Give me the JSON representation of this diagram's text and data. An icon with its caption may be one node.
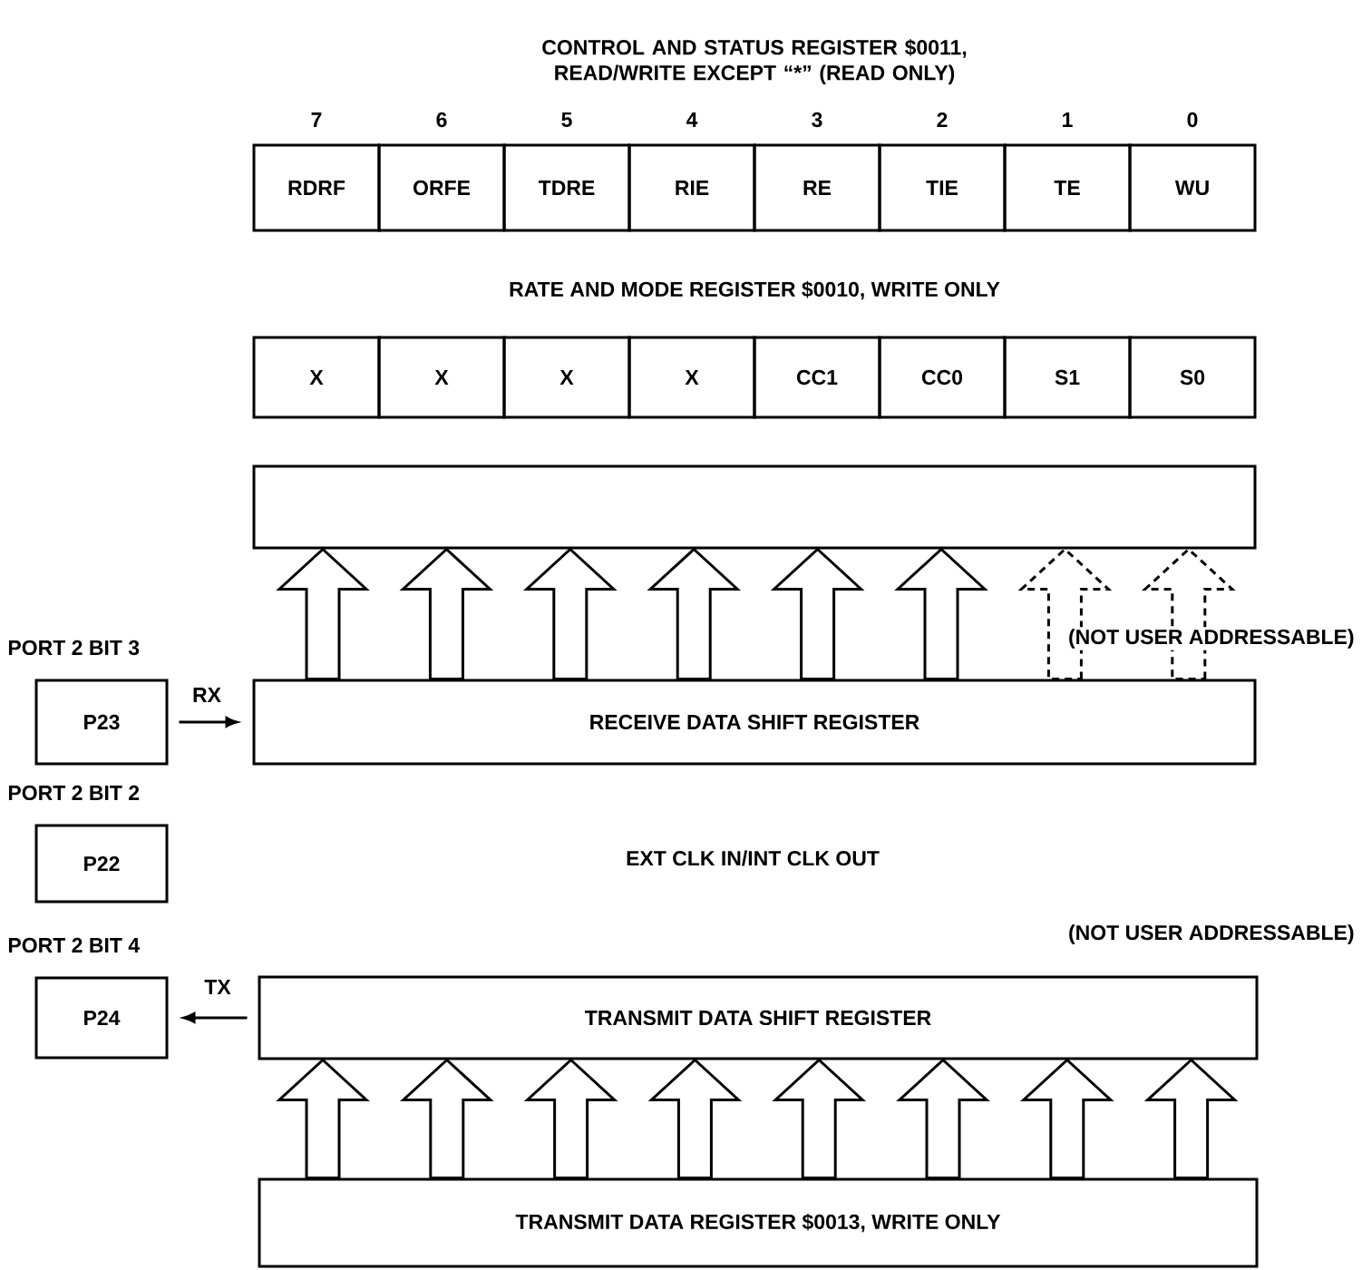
{
  "diagram": {
    "nodes": [
      {
        "text": [
          "RDRF"
        ],
        "beside": [
          "7"
        ]
      },
      {
        "text": [
          "ORFE"
        ],
        "beside": [
          "6"
        ]
      },
      {
        "text": [
          "TDRE"
        ],
        "beside": [
          "5"
        ]
      },
      {
        "text": [
          "RIE"
        ],
        "beside": [
          "4"
        ]
      },
      {
        "text": [
          "RE"
        ],
        "beside": [
          "3"
        ]
      },
      {
        "text": [
          "TIE"
        ],
        "beside": [
          "2"
        ]
      },
      {
        "text": [
          "TE"
        ],
        "beside": [
          "1"
        ]
      },
      {
        "text": [
          "WU"
        ],
        "beside": [
          "0"
        ]
      },
      {
        "text": [
          "X"
        ]
      },
      {
        "text": [
          "X"
        ]
      },
      {
        "text": [
          "X"
        ]
      },
      {
        "text": [
          "X"
        ]
      },
      {
        "text": [
          "CC1"
        ]
      },
      {
        "text": [
          "CC0"
        ]
      },
      {
        "text": [
          "S1"
        ]
      },
      {
        "text": [
          "S0"
        ]
      },
      {
        "text": [],
        "shape": "box"
      },
      {
        "text": [
          "RECEIVE DATA SHIFT REGISTER"
        ]
      },
      {
        "text": [
          "P23"
        ],
        "beside": [
          "PORT 2 BIT 3"
        ]
      },
      {
        "text": [
          "P22"
        ],
        "beside": [
          "PORT 2 BIT 2"
        ]
      },
      {
        "text": [
          "P24"
        ],
        "beside": [
          "PORT 2 BIT 4"
        ]
      },
      {
        "text": [
          "TRANSMIT DATA SHIFT REGISTER"
        ]
      },
      {
        "text": [
          "TRANSMIT DATA REGISTER $0013, WRITE ONLY"
        ]
      }
    ],
    "edges": [
      {
        "from": 17,
        "to": 16,
        "arrow": "to"
      },
      {
        "from": 17,
        "to": 16,
        "arrow": "to"
      },
      {
        "from": 17,
        "to": 16,
        "arrow": "to"
      },
      {
        "from": 17,
        "to": 16,
        "arrow": "to"
      },
      {
        "from": 17,
        "to": 16,
        "arrow": "to"
      },
      {
        "from": 17,
        "to": 16,
        "arrow": "to"
      },
      {
        "from": 17,
        "to": 16,
        "arrow": "to",
        "style": "dashed"
      },
      {
        "from": 17,
        "to": 16,
        "arrow": "to",
        "style": "dashed"
      },
      {
        "from": 18,
        "to": 17,
        "arrow": "to",
        "label": "RX"
      },
      {
        "from": 21,
        "to": 20,
        "arrow": "to",
        "label": "TX"
      },
      {
        "from": 22,
        "to": 21,
        "arrow": "to"
      },
      {
        "from": 22,
        "to": 21,
        "arrow": "to"
      },
      {
        "from": 22,
        "to": 21,
        "arrow": "to"
      },
      {
        "from": 22,
        "to": 21,
        "arrow": "to"
      },
      {
        "from": 22,
        "to": 21,
        "arrow": "to"
      },
      {
        "from": 22,
        "to": 21,
        "arrow": "to"
      },
      {
        "from": 22,
        "to": 21,
        "arrow": "to"
      },
      {
        "from": 22,
        "to": 21,
        "arrow": "to"
      }
    ],
    "labels": [
      "CONTROL AND STATUS REGISTER $0011, READ/WRITE EXCEPT “*” (READ ONLY)",
      "RATE AND MODE REGISTER $0010, WRITE ONLY",
      "(NOT USER ADDRESSABLE)",
      "EXT CLK IN/INT CLK OUT",
      "(NOT USER ADDRESSABLE)"
    ]
  }
}
